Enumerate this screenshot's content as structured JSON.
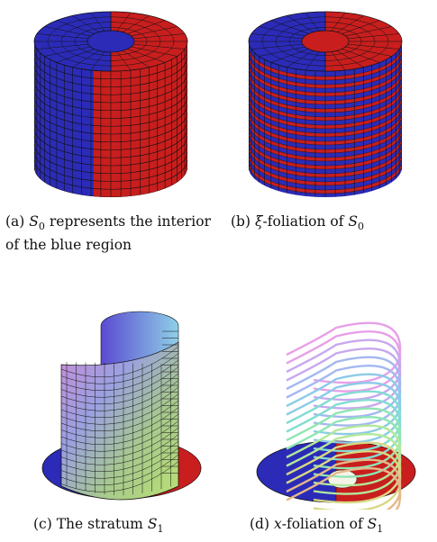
{
  "captions": {
    "a": {
      "label": "(a)",
      "symbol": "S",
      "sub": "0",
      "text": "represents the interior of the blue region"
    },
    "b": {
      "label": "(b)",
      "pre": "ξ",
      "mid": "-foliation of",
      "symbol": "S",
      "sub": "0"
    },
    "c": {
      "label": "(c)",
      "text": "The stratum",
      "symbol": "S",
      "sub": "1"
    },
    "d": {
      "label": "(d)",
      "pre": "x",
      "mid": "-foliation of",
      "symbol": "S",
      "sub": "1"
    }
  },
  "colors": {
    "blue": "#2b2bb8",
    "red": "#c81e1e",
    "grid": "#0a0a0a"
  }
}
